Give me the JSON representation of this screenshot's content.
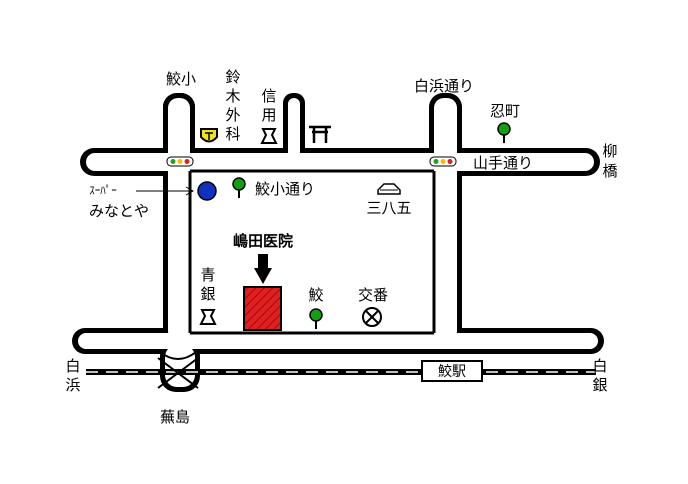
{
  "map": {
    "clinic_name": "嶋田医院",
    "landmarks": {
      "school": "鮫小",
      "clinic_suzuki": [
        "鈴",
        "木",
        "外",
        "科"
      ],
      "bank_shinyo": [
        "信",
        "用"
      ],
      "shirahama_road": "白浜通り",
      "oshimachi": "忍町",
      "yanagibashi": [
        "柳",
        "橋"
      ],
      "yamate_road": "山手通り",
      "supermarket_line1": "ｽｰﾊﾟｰ",
      "supermarket_line2": "みなとや",
      "samesho_road": "鮫小通り",
      "sanhachigo": "三八五",
      "aomori_bank": [
        "青",
        "銀"
      ],
      "same": "鮫",
      "police_box": "交番",
      "shirahama_left": [
        "白",
        "浜"
      ],
      "shirogin_right": [
        "白",
        "銀"
      ],
      "station": "鮫駅",
      "kabushima": "蕪島"
    },
    "icons": [
      "bank-icon",
      "post-office-icon",
      "shrine-gate-icon",
      "tree-icon",
      "traffic-light-icon",
      "supermarket-dot-icon",
      "car-icon",
      "police-box-icon",
      "clinic-building-icon",
      "arrow-icon"
    ],
    "colors": {
      "road_outline": "#000000",
      "clinic_fill": "#e02020",
      "supermarket_dot": "#1030c0",
      "tree_green": "#10a010",
      "post_yellow": "#f0e020"
    }
  }
}
